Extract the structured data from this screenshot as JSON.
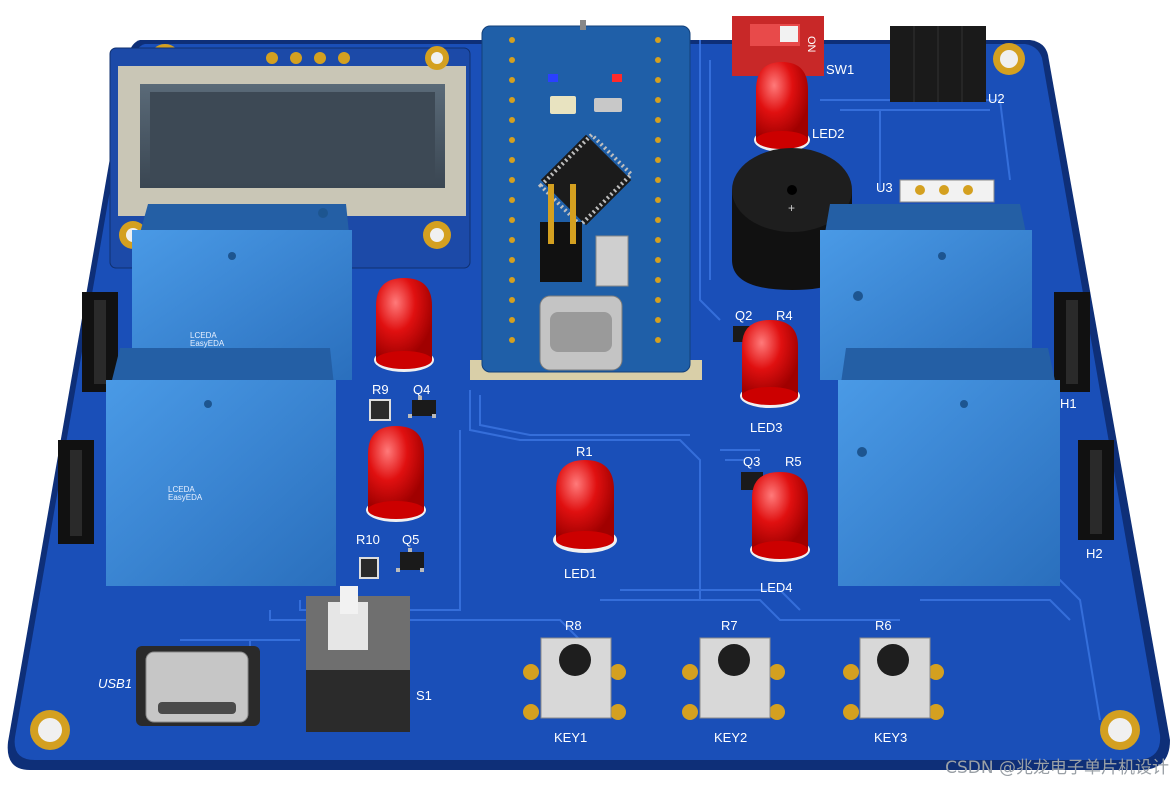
{
  "labels": {
    "sw1": "SW1",
    "u2": "U2",
    "u3": "U3",
    "led2": "LED2",
    "q2": "Q2",
    "r4": "R4",
    "led3": "LED3",
    "q3": "Q3",
    "r5": "R5",
    "led4": "LED4",
    "h1": "H1",
    "h2": "H2",
    "r9": "R9",
    "q4": "Q4",
    "r10": "R10",
    "q5": "Q5",
    "r1": "R1",
    "led1": "LED1",
    "usb1": "USB1",
    "s1": "S1",
    "r8": "R8",
    "r7": "R7",
    "r6": "R6",
    "key1": "KEY1",
    "key2": "KEY2",
    "key3": "KEY3",
    "switch_on": "ON",
    "relay_brand": "LCEDA",
    "relay_brand2": "EasyEDA"
  },
  "watermark": "CSDN @兆龙电子单片机设计",
  "colors": {
    "board": "#1a4fb8",
    "trace": "#3a74e0",
    "relay": "#2f7fd0",
    "led": "#e01010",
    "gold": "#d4a020"
  }
}
